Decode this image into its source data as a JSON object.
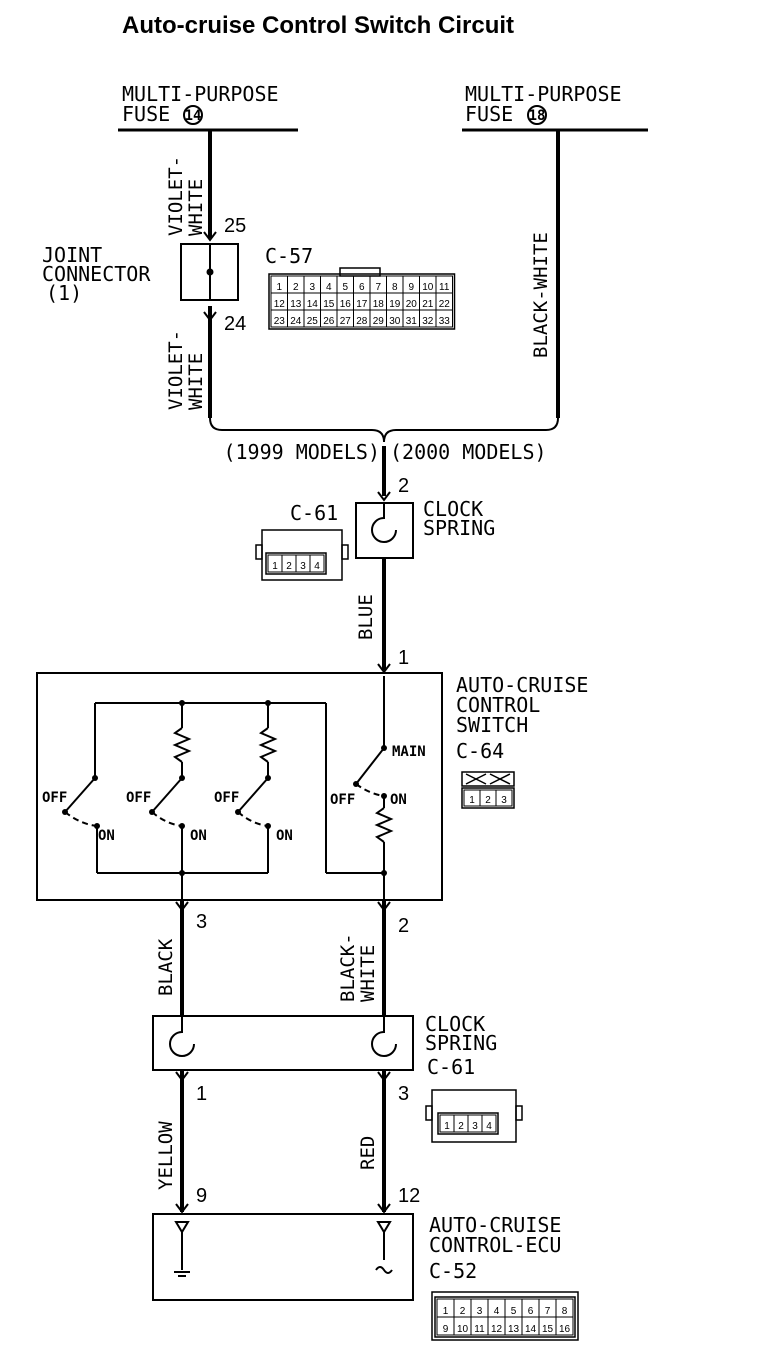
{
  "title": "Auto-cruise Control Switch Circuit",
  "fuse14": {
    "line1": "MULTI-PURPOSE",
    "line2": "FUSE",
    "num": "14"
  },
  "fuse18": {
    "line1": "MULTI-PURPOSE",
    "line2": "FUSE",
    "num": "18"
  },
  "wires": {
    "violet_white_top": [
      "VIOLET-",
      "WHITE"
    ],
    "violet_white_bottom": [
      "VIOLET-",
      "WHITE"
    ],
    "black_white_right": "BLACK-WHITE",
    "blue": "BLUE",
    "black": "BLACK",
    "black_white": [
      "BLACK-",
      "WHITE"
    ],
    "yellow": "YELLOW",
    "red": "RED"
  },
  "joint_connector": {
    "line1": "JOINT",
    "line2": "CONNECTOR",
    "line3": "(1)"
  },
  "pins": {
    "p25": "25",
    "p24": "24",
    "p2_top": "2",
    "p1_switch": "1",
    "p3_switch": "3",
    "p2_switch": "2",
    "p1_spring": "1",
    "p3_spring": "3",
    "p9": "9",
    "p12": "12"
  },
  "connectors": {
    "c57": "C-57",
    "c57_pins": [
      [
        "1",
        "2",
        "3",
        "4",
        "5",
        "6",
        "7",
        "8",
        "9",
        "10",
        "11"
      ],
      [
        "12",
        "13",
        "14",
        "15",
        "16",
        "17",
        "18",
        "19",
        "20",
        "21",
        "22"
      ],
      [
        "23",
        "24",
        "25",
        "26",
        "27",
        "28",
        "29",
        "30",
        "31",
        "32",
        "33"
      ]
    ],
    "c61_top": "C-61",
    "c61_bottom": "C-61",
    "c61_pins": [
      "1",
      "2",
      "3",
      "4"
    ],
    "c64": "C-64",
    "c64_pins": [
      "1",
      "2",
      "3"
    ],
    "c52": "C-52",
    "c52_pins": [
      [
        "1",
        "2",
        "3",
        "4",
        "5",
        "6",
        "7",
        "8"
      ],
      [
        "9",
        "10",
        "11",
        "12",
        "13",
        "14",
        "15",
        "16"
      ]
    ]
  },
  "models": {
    "m1999": "(1999 MODELS)",
    "m2000": "(2000 MODELS)"
  },
  "clock_spring_top": [
    "CLOCK",
    "SPRING"
  ],
  "clock_spring_bottom": [
    "CLOCK",
    "SPRING"
  ],
  "switch_label": [
    "AUTO-CRUISE",
    "CONTROL",
    "SWITCH"
  ],
  "switch": {
    "off": "OFF",
    "on": "ON",
    "main": "MAIN"
  },
  "ecu_label": [
    "AUTO-CRUISE",
    "CONTROL-ECU"
  ]
}
